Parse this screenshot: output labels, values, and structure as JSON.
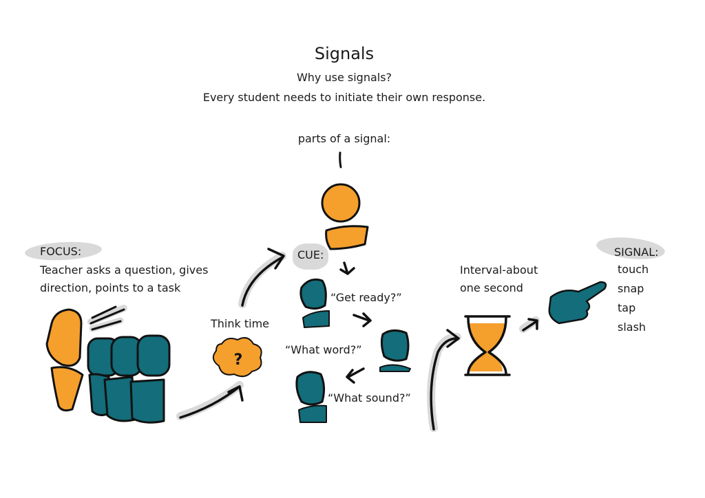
{
  "title": "Signals",
  "subtitle": "Why use signals?",
  "rationale": "Every student needs to initiate their own response.",
  "parts_label": "parts of a signal:",
  "focus": {
    "heading": "FOCUS:",
    "lines": [
      "Teacher asks a question, gives",
      "direction, points to a task"
    ]
  },
  "think_time": {
    "label": "Think time",
    "icon_glyph": "?"
  },
  "cue": {
    "heading": "CUE:",
    "prompts": [
      "“Get ready?”",
      "“What word?”",
      "“What sound?”"
    ]
  },
  "interval": {
    "lines": [
      "Interval-about",
      "one second"
    ]
  },
  "signal": {
    "heading": "SIGNAL:",
    "types": [
      "touch",
      "snap",
      "tap",
      "slash"
    ]
  },
  "colors": {
    "orange": "#f59f2d",
    "teal": "#136d7a",
    "ink": "#111111",
    "shadow": "#d9d9d9"
  }
}
